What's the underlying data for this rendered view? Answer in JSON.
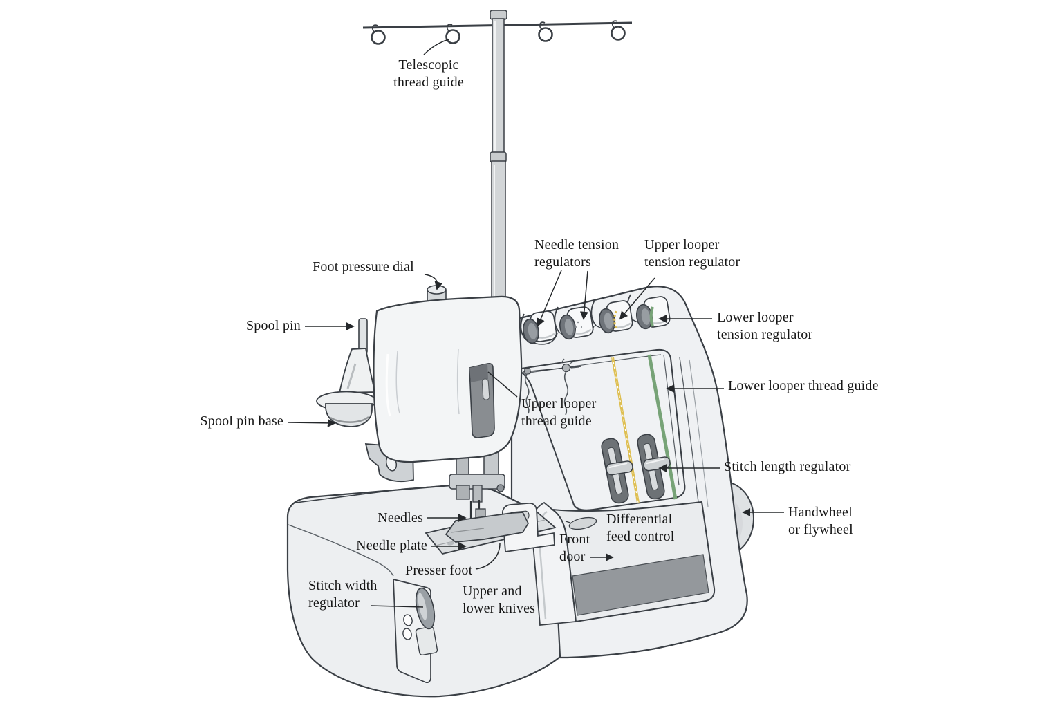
{
  "diagram_type": "labeled-part-diagram",
  "labels": {
    "telescopic": {
      "line1": "Telescopic",
      "line2": "thread guide"
    },
    "foot_pressure": "Foot pressure dial",
    "spool_pin": "Spool pin",
    "spool_pin_base": "Spool pin base",
    "needle_tension": {
      "line1": "Needle tension",
      "line2": "regulators"
    },
    "upper_looper_tension": {
      "line1": "Upper looper",
      "line2": "tension regulator"
    },
    "lower_looper_tension": {
      "line1": "Lower looper",
      "line2": "tension regulator"
    },
    "lower_looper_guide": "Lower looper thread guide",
    "upper_looper_guide": {
      "line1": "Upper looper",
      "line2": "thread guide"
    },
    "stitch_length": "Stitch length regulator",
    "handwheel": {
      "line1": "Handwheel",
      "line2": "or flywheel"
    },
    "needles": "Needles",
    "needle_plate": "Needle plate",
    "presser_foot": "Presser foot",
    "front_door": {
      "line1": "Front",
      "line2": "door"
    },
    "differential": {
      "line1": "Differential",
      "line2": "feed control"
    },
    "stitch_width": {
      "line1": "Stitch width",
      "line2": "regulator"
    },
    "knives": {
      "line1": "Upper and",
      "line2": "lower knives"
    }
  },
  "colors": {
    "outline": "#3a3f45",
    "text": "#161616",
    "body": "#eff1f3",
    "accent_yellow": "#debf52",
    "accent_green": "#77a377",
    "dark_band": "#94989c"
  }
}
